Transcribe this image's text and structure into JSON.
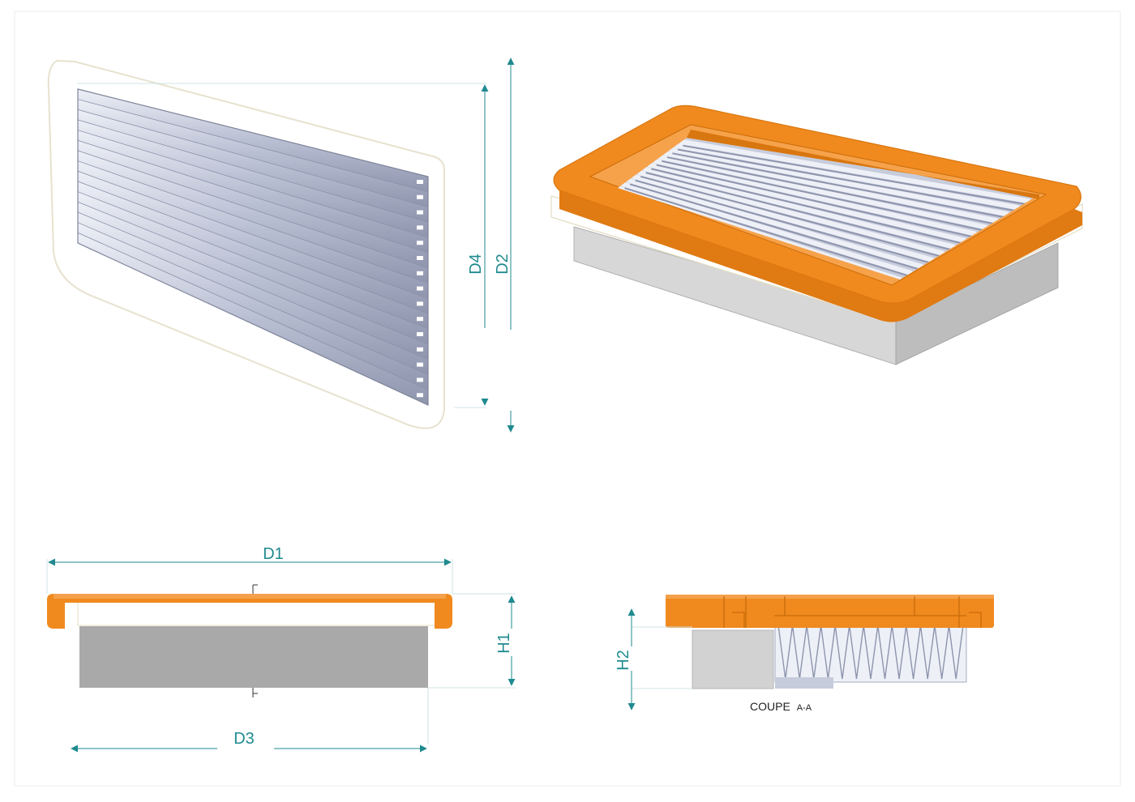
{
  "colors": {
    "orange": "#f08a1e",
    "orange_dark": "#d8760f",
    "media": "#b9bfd3",
    "media_light": "#dde0ec",
    "media_dark": "#8e95ad",
    "gray_block": "#a9a9a9",
    "gray_light": "#d2d2d2",
    "dimension": "#1f8a8f"
  },
  "dimensions": {
    "d1": "D1",
    "d2": "D2",
    "d3": "D3",
    "d4": "D4",
    "h1": "H1",
    "h2": "H2"
  },
  "section": {
    "label_main": "COUPE",
    "label_ref": "A-A"
  }
}
